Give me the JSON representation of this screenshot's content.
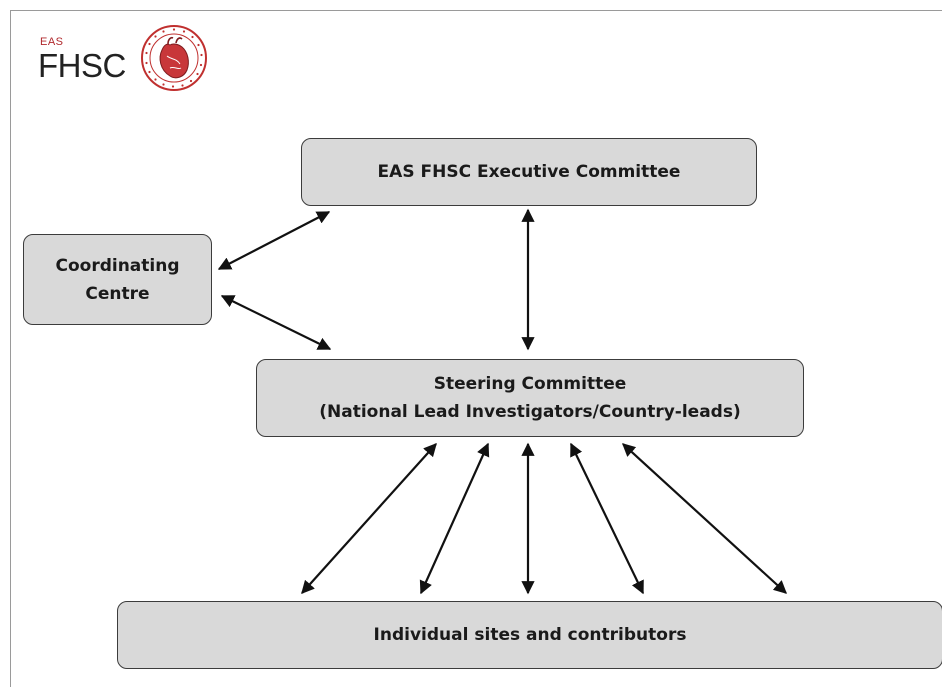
{
  "logo": {
    "eas_text": "EAS",
    "fhsc_text": "FHSC",
    "seal_colors": {
      "ring": "#c0302f",
      "heart": "#c8373a"
    }
  },
  "boxes": {
    "executive": "EAS FHSC Executive Committee",
    "coordinating": "Coordinating\nCentre",
    "steering": "Steering Committee\n(National Lead Investigators/Country-leads)",
    "sites": "Individual sites and contributors"
  },
  "colors": {
    "box_fill": "#d9d9d9",
    "box_border": "#3c3c3c",
    "arrow": "#111111"
  }
}
